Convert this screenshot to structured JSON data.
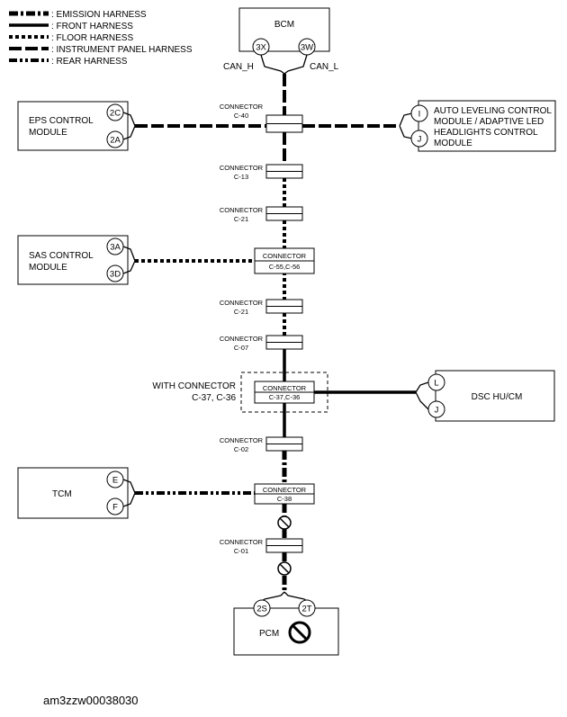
{
  "legend": [
    {
      "style": "emission",
      "label": ": EMISSION HARNESS"
    },
    {
      "style": "front",
      "label": ": FRONT HARNESS"
    },
    {
      "style": "floor",
      "label": ": FLOOR HARNESS"
    },
    {
      "style": "ip",
      "label": ": INSTRUMENT PANEL HARNESS"
    },
    {
      "style": "rear",
      "label": ": REAR HARNESS"
    }
  ],
  "modules": {
    "bcm": {
      "name": "BCM",
      "pins": [
        "3X",
        "3W"
      ],
      "can_h": "CAN_H",
      "can_l": "CAN_L"
    },
    "eps": {
      "name_lines": [
        "EPS CONTROL",
        "MODULE"
      ],
      "pins": [
        "2C",
        "2A"
      ]
    },
    "alc": {
      "name_lines": [
        "AUTO LEVELING CONTROL",
        "MODULE / ADAPTIVE LED",
        "HEADLIGHTS CONTROL",
        "MODULE"
      ],
      "pins": [
        "I",
        "J"
      ]
    },
    "sas": {
      "name_lines": [
        "SAS CONTROL",
        "MODULE"
      ],
      "pins": [
        "3A",
        "3D"
      ]
    },
    "dsc": {
      "name": "DSC HU/CM",
      "pins": [
        "L",
        "J"
      ]
    },
    "tcm": {
      "name": "TCM",
      "pins": [
        "E",
        "F"
      ]
    },
    "pcm": {
      "name": "PCM",
      "pins": [
        "2S",
        "2T"
      ]
    }
  },
  "connectors": {
    "c40": [
      "CONNECTOR",
      "C-40"
    ],
    "c13": [
      "CONNECTOR",
      "C-13"
    ],
    "c21a": [
      "CONNECTOR",
      "C-21"
    ],
    "c55": [
      "CONNECTOR",
      "C-55,C-56"
    ],
    "c21b": [
      "CONNECTOR",
      "C-21"
    ],
    "c07": [
      "CONNECTOR",
      "C-07"
    ],
    "c37": [
      "CONNECTOR",
      "C-37,C-36"
    ],
    "c02": [
      "CONNECTOR",
      "C-02"
    ],
    "c38": [
      "CONNECTOR",
      "C-38"
    ],
    "c01": [
      "CONNECTOR",
      "C-01"
    ]
  },
  "with_connector": [
    "WITH CONNECTOR",
    "C-37, C-36"
  ],
  "caption": "am3zzw00038030"
}
